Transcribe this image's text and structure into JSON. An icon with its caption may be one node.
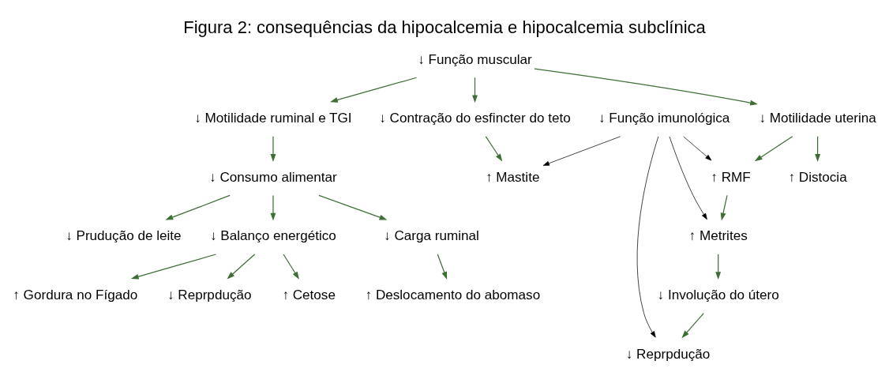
{
  "diagram": {
    "title": "Figura 2: consequências da hipocalcemia e hipocalcemia subclínica",
    "nodes": [
      {
        "text": [
          "↓ Função muscular"
        ]
      },
      {
        "text": [
          "↓ Função imunológica"
        ]
      },
      {
        "text": [
          "↓ Motilidade ruminal e TGI"
        ]
      },
      {
        "text": [
          "↓ Motilidade uterina"
        ]
      },
      {
        "text": [
          "↓ Contração do esfincter do teto"
        ]
      },
      {
        "text": [
          "↑ Distocia"
        ]
      },
      {
        "text": [
          "↑ RMF"
        ]
      },
      {
        "text": [
          "↑ Mastite"
        ]
      },
      {
        "text": [
          "↓ Consumo alimentar"
        ]
      },
      {
        "text": [
          "↑ Metrites"
        ]
      },
      {
        "text": [
          "↓ Balanço energético"
        ]
      },
      {
        "text": [
          "↓ Carga ruminal"
        ]
      },
      {
        "text": [
          "↓ Prudução de leite"
        ]
      },
      {
        "text": [
          "↓ Involução do útero"
        ]
      },
      {
        "text": [
          "↑ Cetose"
        ]
      },
      {
        "text": [
          "↑ Deslocamento do abomaso"
        ]
      },
      {
        "text": [
          "↓ Reprpdução"
        ]
      },
      {
        "text": [
          "↑ Gordura no Fígado"
        ]
      },
      {
        "text": [
          "↓ Reprpdução"
        ]
      }
    ],
    "edges": [
      {
        "from": 0,
        "to": 2,
        "arrow": "to"
      },
      {
        "from": 0,
        "to": 3,
        "arrow": "to"
      },
      {
        "from": 0,
        "to": 4,
        "arrow": "to"
      },
      {
        "from": 1,
        "to": 6,
        "arrow": "to",
        "color": "#000000"
      },
      {
        "from": 1,
        "to": 9,
        "arrow": "to",
        "color": "#000000"
      },
      {
        "from": 1,
        "to": 16,
        "arrow": "to",
        "color": "#000000"
      },
      {
        "from": 1,
        "to": 7,
        "arrow": "to",
        "color": "#000000"
      },
      {
        "from": 2,
        "to": 8,
        "arrow": "to"
      },
      {
        "from": 3,
        "to": 5,
        "arrow": "to"
      },
      {
        "from": 3,
        "to": 6,
        "arrow": "to"
      },
      {
        "from": 4,
        "to": 7,
        "arrow": "to"
      },
      {
        "from": 8,
        "to": 10,
        "arrow": "to"
      },
      {
        "from": 8,
        "to": 11,
        "arrow": "to"
      },
      {
        "from": 8,
        "to": 12,
        "arrow": "to"
      },
      {
        "from": 6,
        "to": 9,
        "arrow": "to"
      },
      {
        "from": 10,
        "to": 14,
        "arrow": "to"
      },
      {
        "from": 10,
        "to": 17,
        "arrow": "to"
      },
      {
        "from": 10,
        "to": 18,
        "arrow": "to"
      },
      {
        "from": 11,
        "to": 15,
        "arrow": "to"
      },
      {
        "from": 9,
        "to": 13,
        "arrow": "to"
      },
      {
        "from": 13,
        "to": 16,
        "arrow": "to"
      }
    ]
  }
}
